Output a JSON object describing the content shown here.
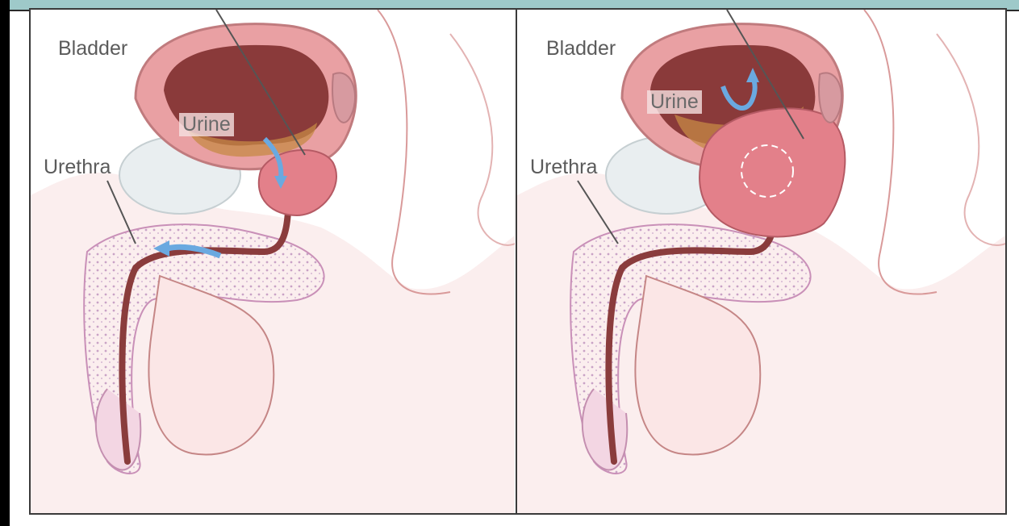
{
  "panels": [
    {
      "labels": {
        "bladder": "Bladder",
        "urine": "Urine",
        "urethra": "Urethra"
      }
    },
    {
      "labels": {
        "bladder": "Bladder",
        "urine": "Urine",
        "urethra": "Urethra"
      }
    }
  ],
  "colors": {
    "tissue_light": "#f7e4e4",
    "bladder_wall": "#e9a0a3",
    "bladder_inner": "#8a3a3a",
    "prostate": "#e3808a",
    "urethra": "#8a3c3c",
    "bone": "#ead6e6",
    "flow_arrow": "#6aa9e0"
  }
}
